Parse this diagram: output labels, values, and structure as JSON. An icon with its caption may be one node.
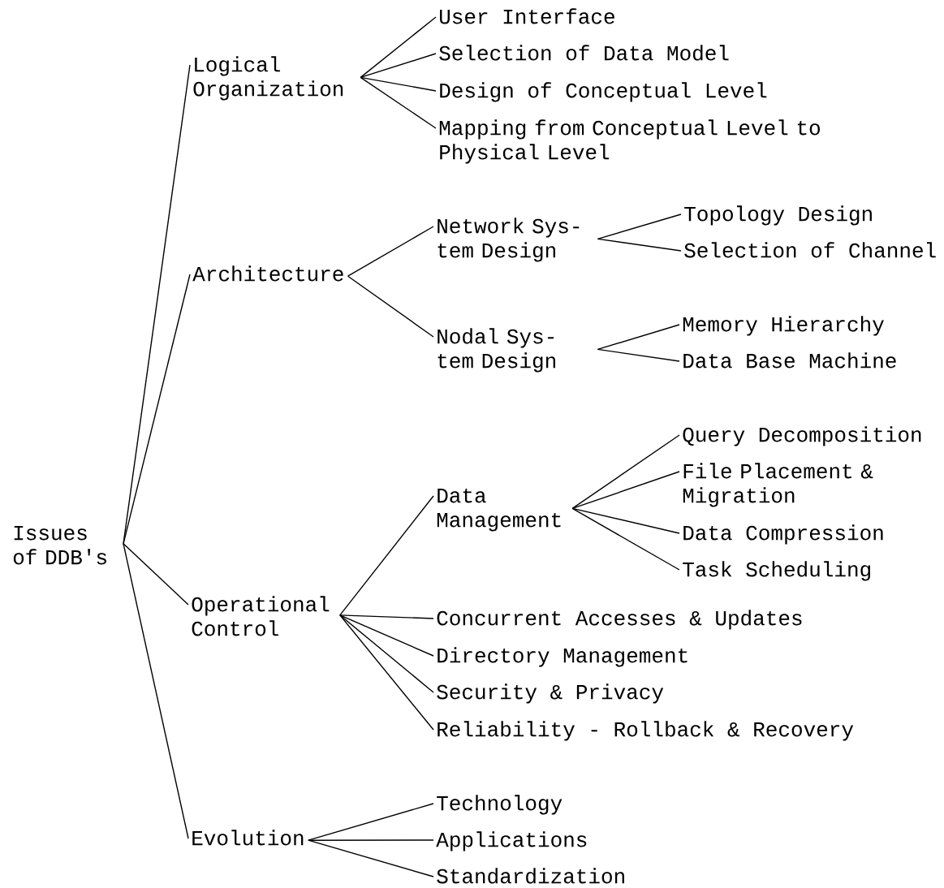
{
  "diagram": {
    "nodes": [
      {
        "text": [
          "Issues of DDB's"
        ]
      },
      {
        "text": [
          "Logical Organization"
        ]
      },
      {
        "text": [
          "User Interface"
        ]
      },
      {
        "text": [
          "Selection of Data Model"
        ]
      },
      {
        "text": [
          "Design of Conceptual Level"
        ]
      },
      {
        "text": [
          "Mapping from Conceptual Level to Physical Level"
        ]
      },
      {
        "text": [
          "Architecture"
        ]
      },
      {
        "text": [
          "Network Sys- tem Design"
        ]
      },
      {
        "text": [
          "Topology Design"
        ]
      },
      {
        "text": [
          "Selection of Channel"
        ]
      },
      {
        "text": [
          "Nodal Sys- tem Design"
        ]
      },
      {
        "text": [
          "Memory Hierarchy"
        ]
      },
      {
        "text": [
          "Data Base Machine"
        ]
      },
      {
        "text": [
          "Operational Control"
        ]
      },
      {
        "text": [
          "Data Management"
        ]
      },
      {
        "text": [
          "Query Decomposition"
        ]
      },
      {
        "text": [
          "File Placement & Migration"
        ]
      },
      {
        "text": [
          "Data Compression"
        ]
      },
      {
        "text": [
          "Task Scheduling"
        ]
      },
      {
        "text": [
          "Concurrent Accesses & Updates"
        ]
      },
      {
        "text": [
          "Directory Management"
        ]
      },
      {
        "text": [
          "Security & Privacy"
        ]
      },
      {
        "text": [
          "Reliability - Rollback & Recovery"
        ]
      },
      {
        "text": [
          "Evolution"
        ]
      },
      {
        "text": [
          "Technology"
        ]
      },
      {
        "text": [
          "Applications"
        ]
      },
      {
        "text": [
          "Standardization"
        ]
      }
    ],
    "edges": [
      {
        "from": 0,
        "to": 1,
        "arrow": "none"
      },
      {
        "from": 0,
        "to": 6,
        "arrow": "none"
      },
      {
        "from": 0,
        "to": 13,
        "arrow": "none"
      },
      {
        "from": 0,
        "to": 23,
        "arrow": "none"
      },
      {
        "from": 1,
        "to": 2,
        "arrow": "none"
      },
      {
        "from": 1,
        "to": 3,
        "arrow": "none"
      },
      {
        "from": 1,
        "to": 4,
        "arrow": "none"
      },
      {
        "from": 1,
        "to": 5,
        "arrow": "none"
      },
      {
        "from": 6,
        "to": 7,
        "arrow": "none"
      },
      {
        "from": 6,
        "to": 10,
        "arrow": "none"
      },
      {
        "from": 7,
        "to": 8,
        "arrow": "none"
      },
      {
        "from": 7,
        "to": 9,
        "arrow": "none"
      },
      {
        "from": 10,
        "to": 11,
        "arrow": "none"
      },
      {
        "from": 10,
        "to": 12,
        "arrow": "none"
      },
      {
        "from": 13,
        "to": 14,
        "arrow": "none"
      },
      {
        "from": 14,
        "to": 15,
        "arrow": "none"
      },
      {
        "from": 14,
        "to": 16,
        "arrow": "none"
      },
      {
        "from": 14,
        "to": 17,
        "arrow": "none"
      },
      {
        "from": 14,
        "to": 18,
        "arrow": "none"
      },
      {
        "from": 13,
        "to": 19,
        "arrow": "none"
      },
      {
        "from": 13,
        "to": 20,
        "arrow": "none"
      },
      {
        "from": 13,
        "to": 21,
        "arrow": "none"
      },
      {
        "from": 13,
        "to": 22,
        "arrow": "none"
      },
      {
        "from": 23,
        "to": 24,
        "arrow": "none"
      },
      {
        "from": 23,
        "to": 25,
        "arrow": "none"
      },
      {
        "from": 23,
        "to": 26,
        "arrow": "none"
      }
    ]
  }
}
